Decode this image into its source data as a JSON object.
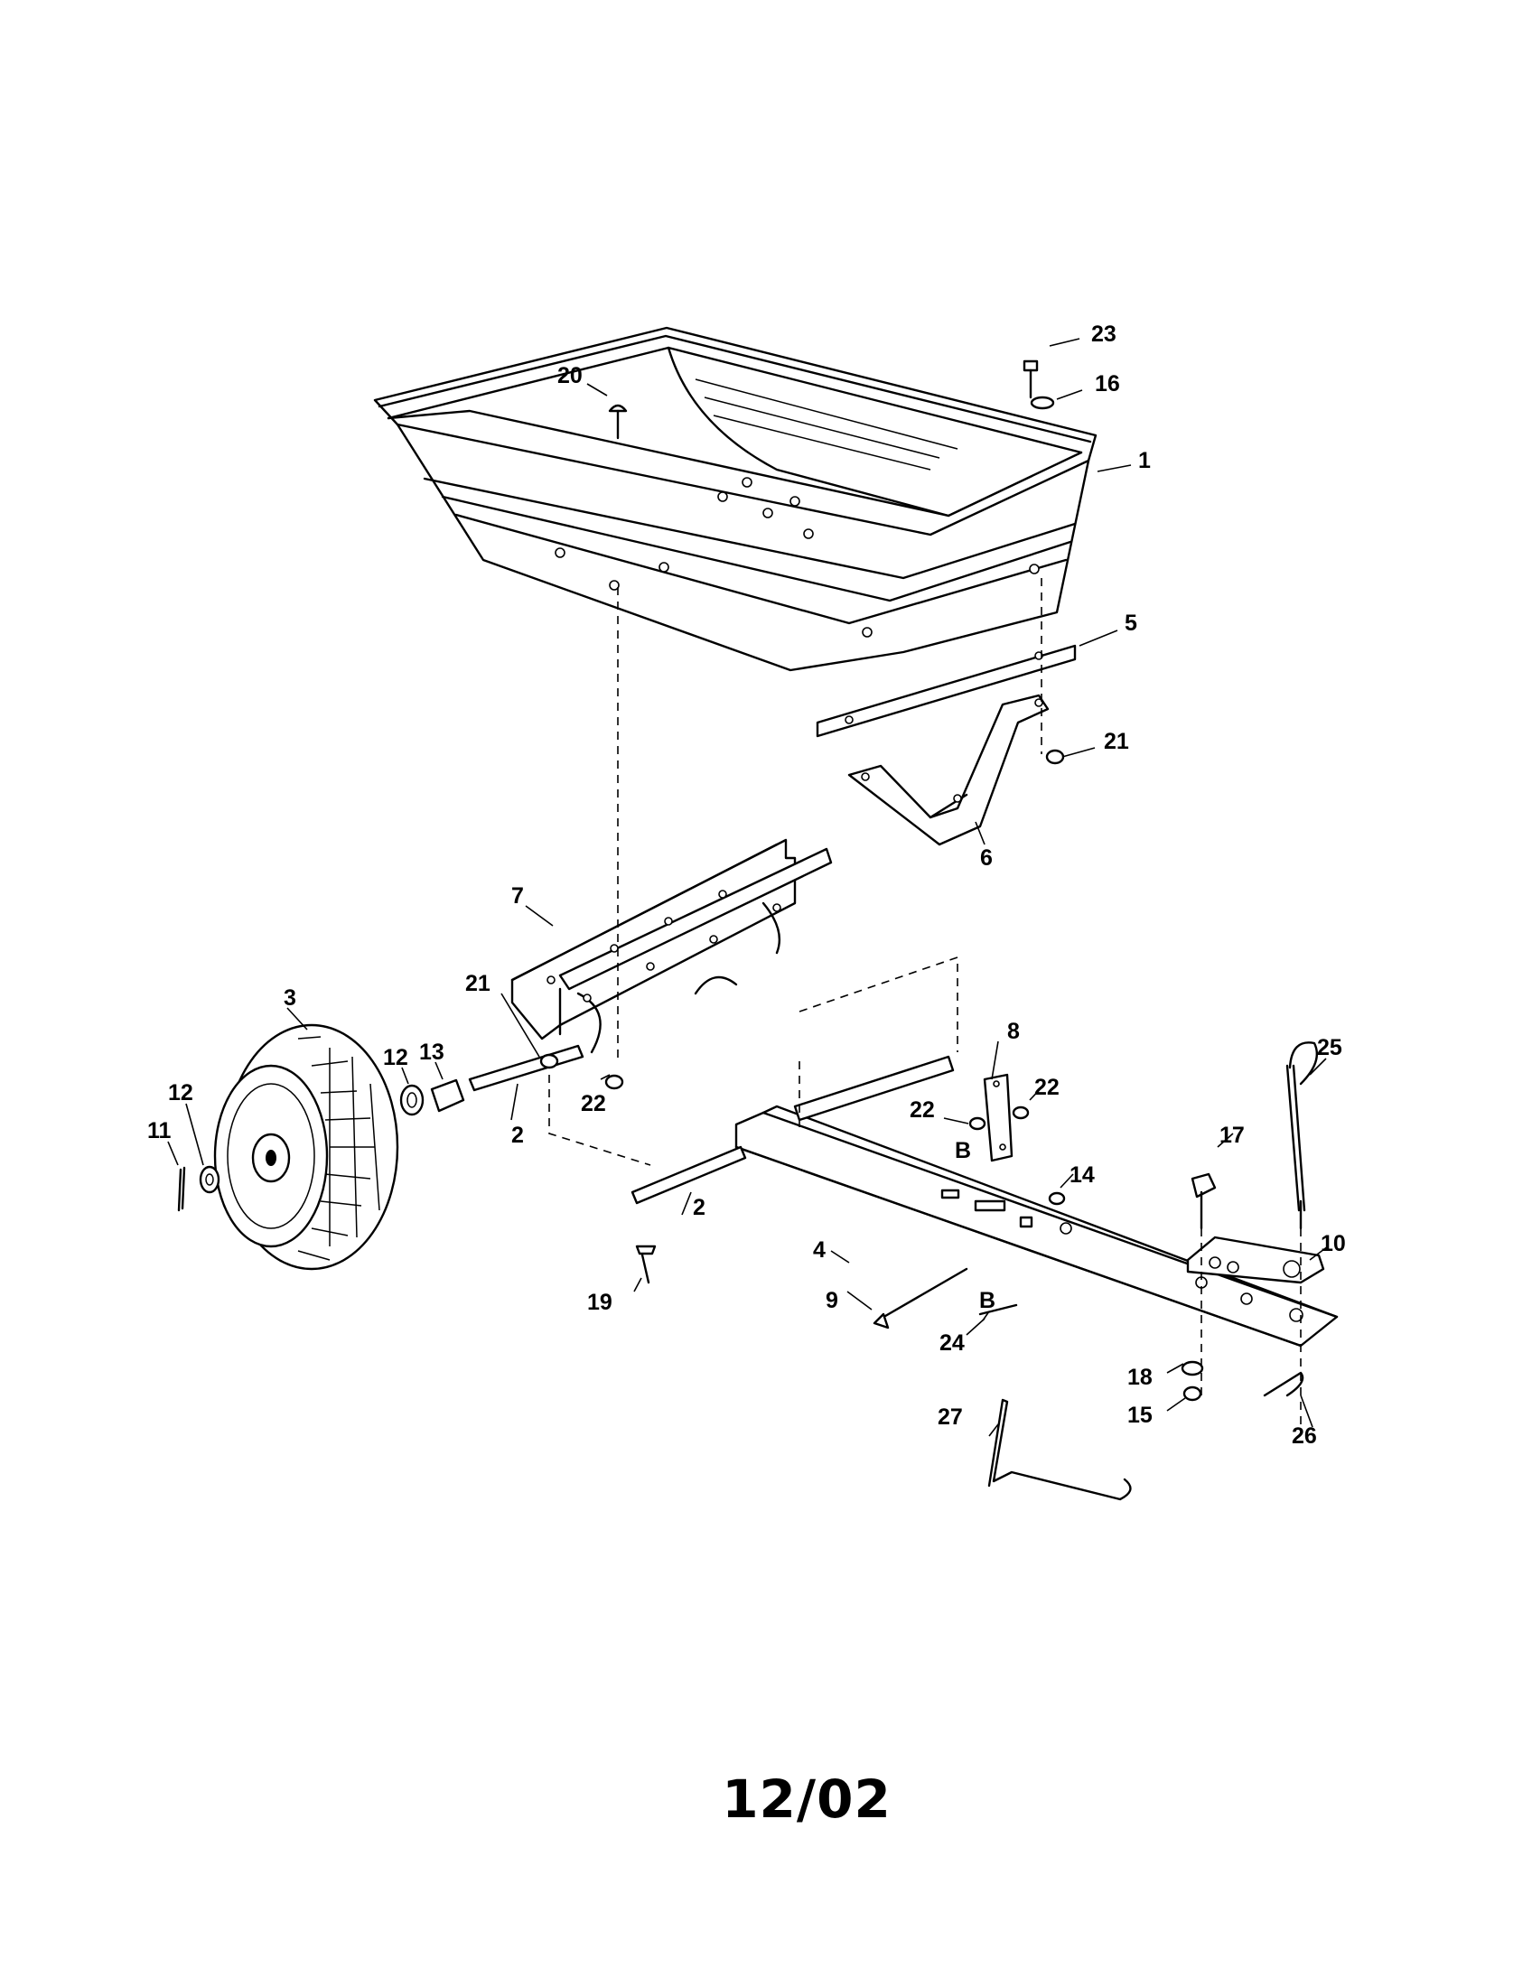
{
  "callouts": [
    {
      "id": "23",
      "text": "23"
    },
    {
      "id": "16",
      "text": "16"
    },
    {
      "id": "20",
      "text": "20"
    },
    {
      "id": "1",
      "text": "1"
    },
    {
      "id": "5",
      "text": "5"
    },
    {
      "id": "21a",
      "text": "21"
    },
    {
      "id": "6",
      "text": "6"
    },
    {
      "id": "7",
      "text": "7"
    },
    {
      "id": "21b",
      "text": "21"
    },
    {
      "id": "3",
      "text": "3"
    },
    {
      "id": "12a",
      "text": "12"
    },
    {
      "id": "13",
      "text": "13"
    },
    {
      "id": "12b",
      "text": "12"
    },
    {
      "id": "11",
      "text": "11"
    },
    {
      "id": "22a",
      "text": "22"
    },
    {
      "id": "2a",
      "text": "2"
    },
    {
      "id": "2b",
      "text": "2"
    },
    {
      "id": "8",
      "text": "8"
    },
    {
      "id": "22b",
      "text": "22"
    },
    {
      "id": "22c",
      "text": "22"
    },
    {
      "id": "B1",
      "text": "B"
    },
    {
      "id": "14",
      "text": "14"
    },
    {
      "id": "25",
      "text": "25"
    },
    {
      "id": "17",
      "text": "17"
    },
    {
      "id": "10",
      "text": "10"
    },
    {
      "id": "4",
      "text": "4"
    },
    {
      "id": "19",
      "text": "19"
    },
    {
      "id": "9",
      "text": "9"
    },
    {
      "id": "B2",
      "text": "B"
    },
    {
      "id": "24",
      "text": "24"
    },
    {
      "id": "18",
      "text": "18"
    },
    {
      "id": "15",
      "text": "15"
    },
    {
      "id": "27",
      "text": "27"
    },
    {
      "id": "26",
      "text": "26"
    }
  ],
  "footer": {
    "code": "12/02"
  }
}
